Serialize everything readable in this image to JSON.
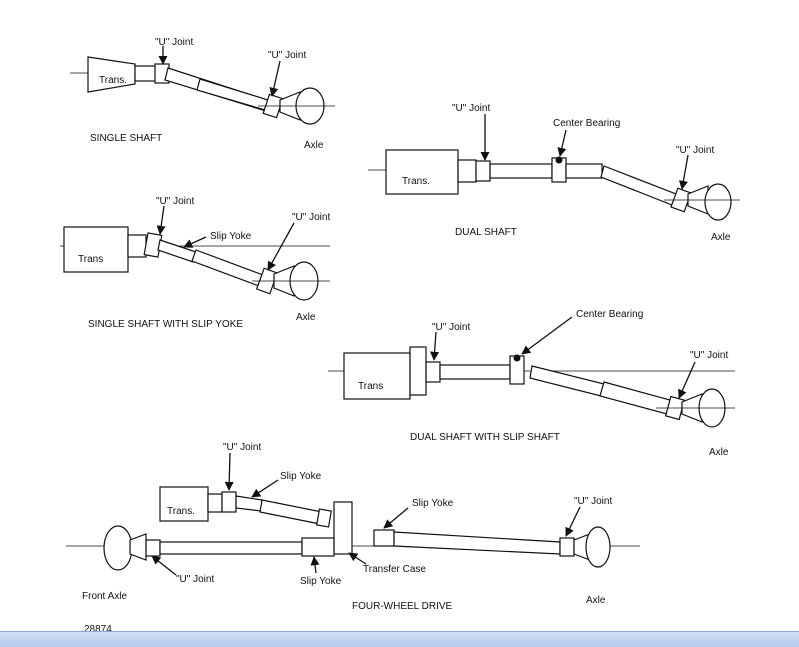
{
  "diagrams": {
    "single_shaft": {
      "caption": "SINGLE SHAFT",
      "trans": "Trans.",
      "ujoint_front": "\"U\" Joint",
      "ujoint_rear": "\"U\" Joint",
      "axle": "Axle"
    },
    "dual_shaft": {
      "caption": "DUAL SHAFT",
      "trans": "Trans.",
      "ujoint_front": "\"U\" Joint",
      "center_bearing": "Center Bearing",
      "ujoint_rear": "\"U\" Joint",
      "axle": "Axle"
    },
    "single_shaft_slip": {
      "caption": "SINGLE SHAFT WITH SLIP YOKE",
      "trans": "Trans",
      "ujoint_front": "\"U\" Joint",
      "slip_yoke": "Slip Yoke",
      "ujoint_rear": "\"U\" Joint",
      "axle": "Axle"
    },
    "dual_shaft_slip": {
      "caption": "DUAL SHAFT WITH SLIP SHAFT",
      "trans": "Trans",
      "ujoint_front": "\"U\" Joint",
      "center_bearing": "Center Bearing",
      "ujoint_rear": "\"U\" Joint",
      "axle": "Axle"
    },
    "four_wheel": {
      "caption": "FOUR-WHEEL DRIVE",
      "trans": "Trans.",
      "ujoint_top": "\"U\" Joint",
      "slip_yoke_top": "Slip Yoke",
      "slip_yoke_right": "Slip Yoke",
      "ujoint_right": "\"U\" Joint",
      "ujoint_front": "\"U\" Joint",
      "slip_yoke_bottom": "Slip Yoke",
      "transfer_case": "Transfer Case",
      "front_axle": "Front Axle",
      "axle": "Axle"
    }
  },
  "figure_number": "28874"
}
